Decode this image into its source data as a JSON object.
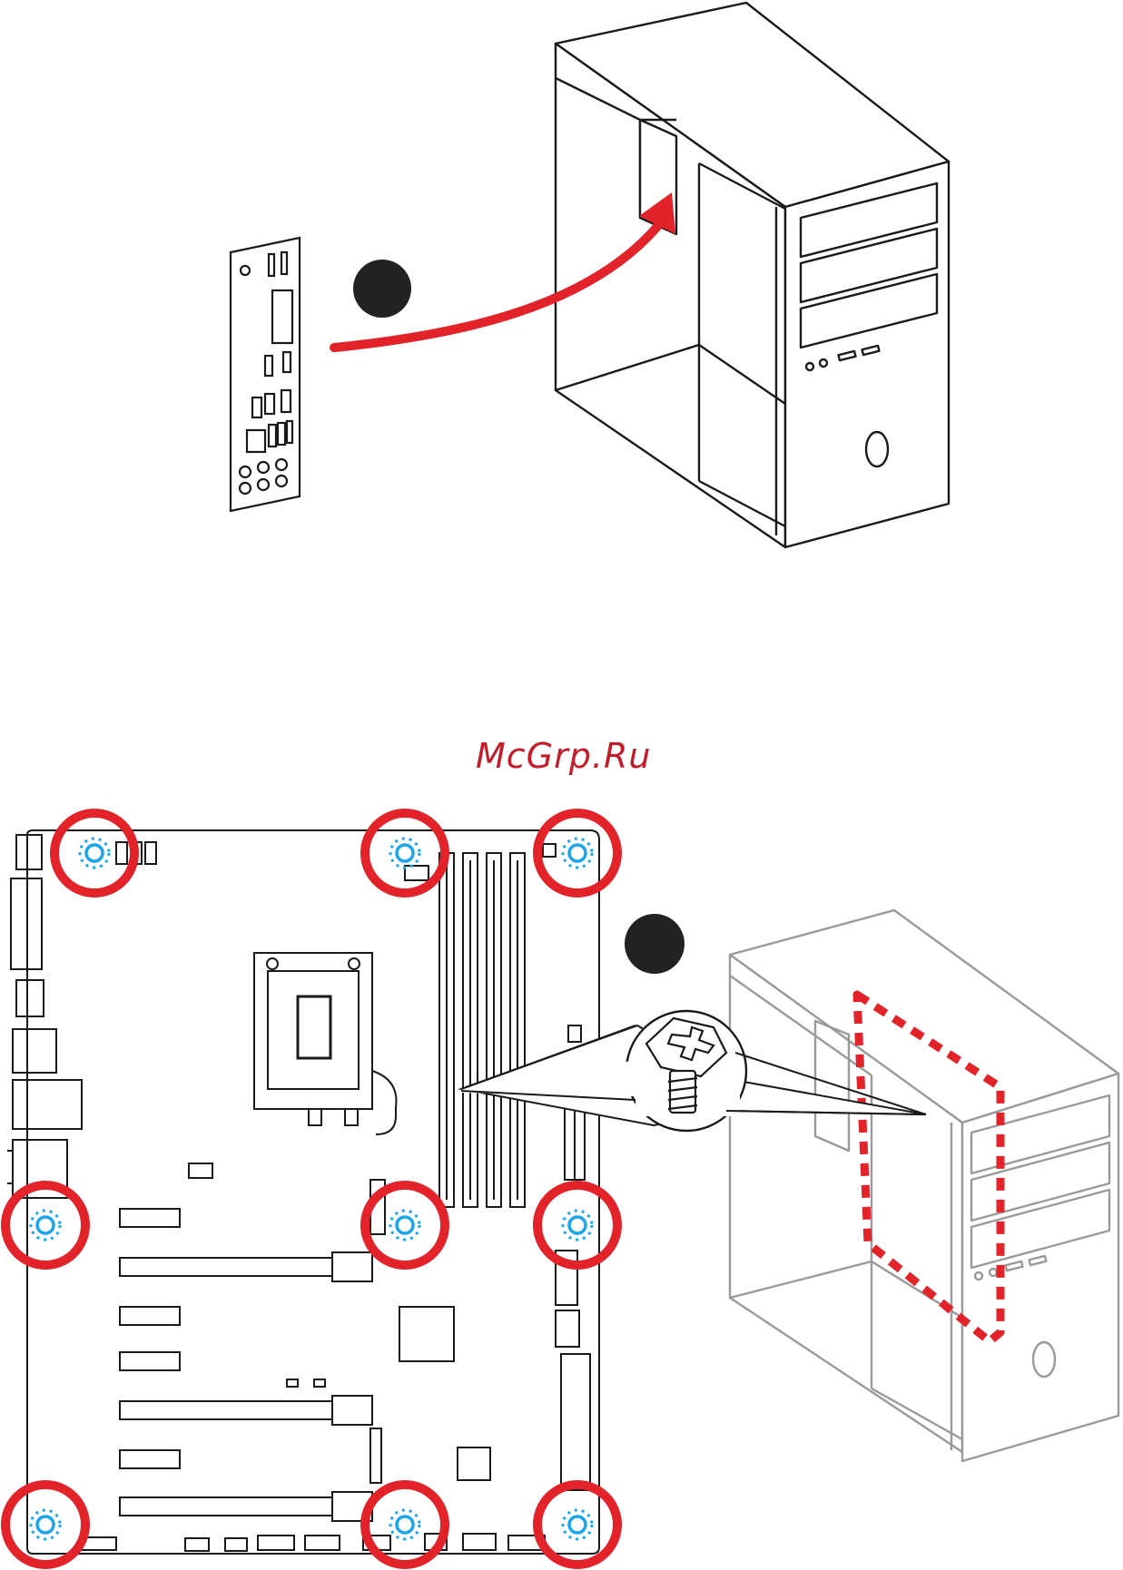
{
  "watermark": {
    "text": "McGrp.Ru",
    "color": "#c21d2a"
  },
  "colors": {
    "line": "#1a1a1a",
    "gray_line": "#9a9a9a",
    "accent_red": "#e2232a",
    "standoff_blue": "#1aa6e8",
    "step_marker": "#222222"
  },
  "steps": [
    {
      "id": "step-1",
      "icon": "step-1-marker"
    },
    {
      "id": "step-2",
      "icon": "step-2-marker"
    }
  ],
  "icons": [
    "io-shield",
    "pc-case",
    "motherboard",
    "standoff-screw",
    "mounting-hole-marker",
    "install-arrow",
    "dashed-mount-outline"
  ]
}
